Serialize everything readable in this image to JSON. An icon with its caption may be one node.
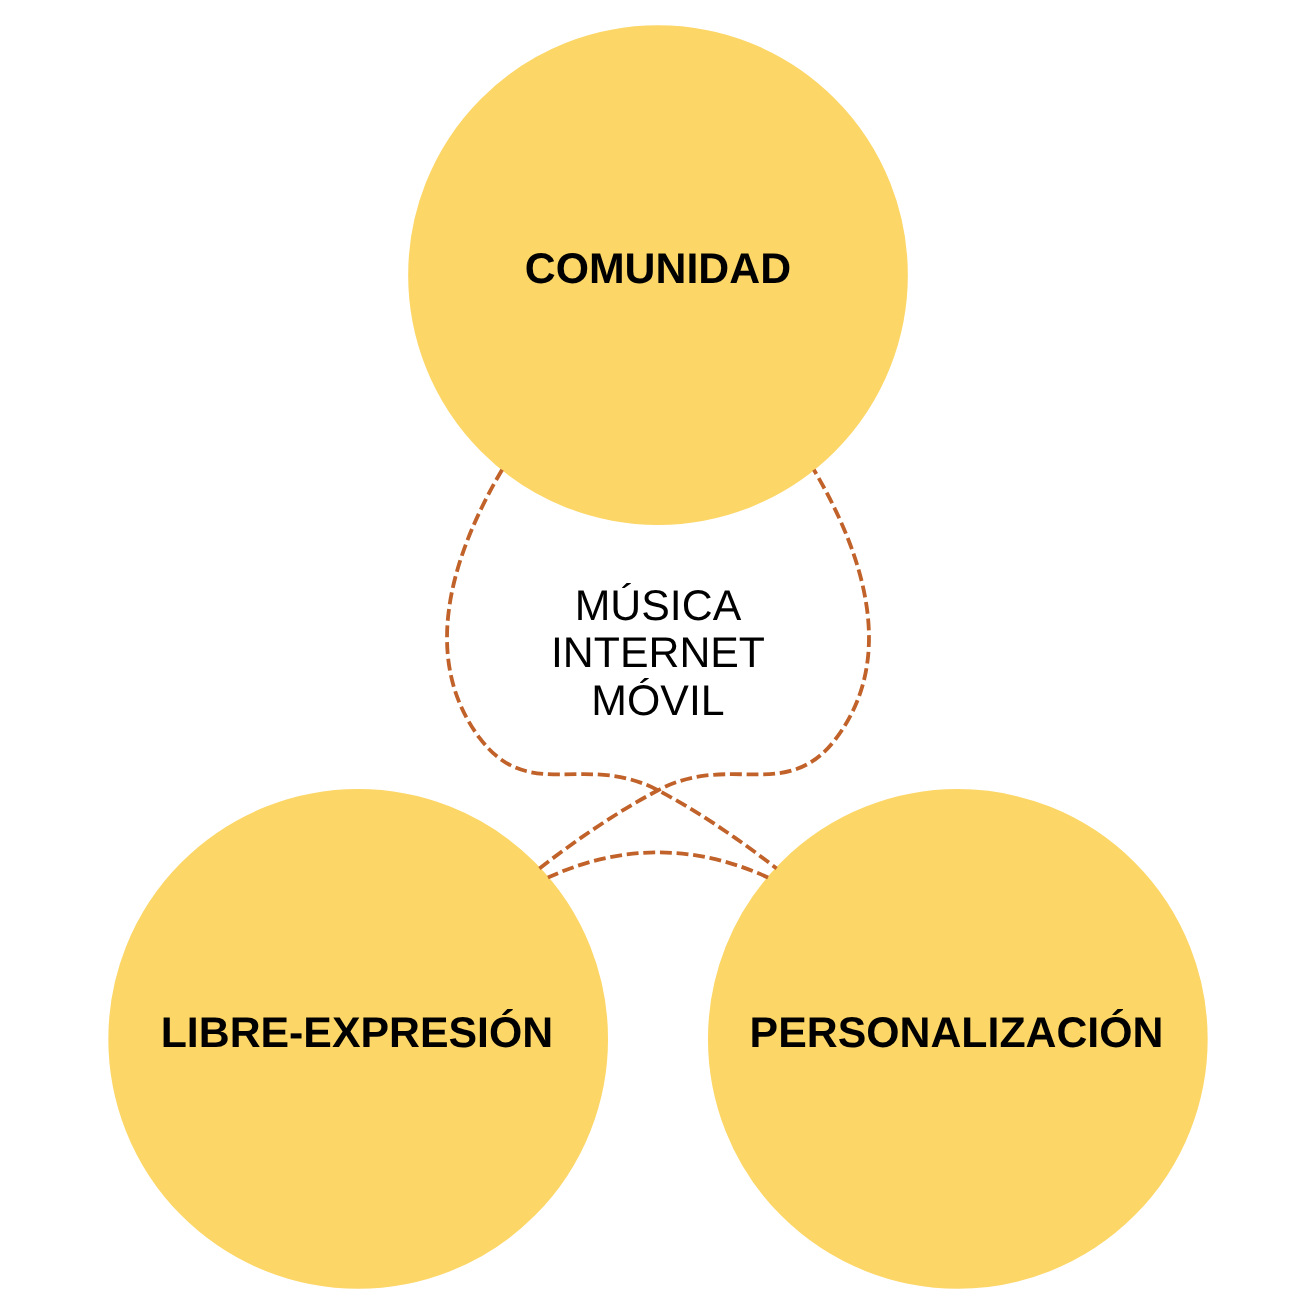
{
  "diagram": {
    "nodes": [
      {
        "text": [
          "COMUNIDAD"
        ]
      },
      {
        "text": [
          "LIBRE-EXPRESIÓN"
        ]
      },
      {
        "text": [
          "PERSONALIZACIÓN"
        ]
      }
    ],
    "edges": [
      {
        "from": 0,
        "to": 2,
        "arrow": "none",
        "style": "dashed",
        "color": "#c0622a"
      },
      {
        "from": 2,
        "to": 1,
        "arrow": "none",
        "style": "dashed",
        "color": "#c0622a"
      },
      {
        "from": 1,
        "to": 0,
        "arrow": "none",
        "style": "dashed",
        "color": "#c0622a"
      }
    ],
    "labels": [
      "MÚSICA INTERNET MÓVIL"
    ]
  }
}
